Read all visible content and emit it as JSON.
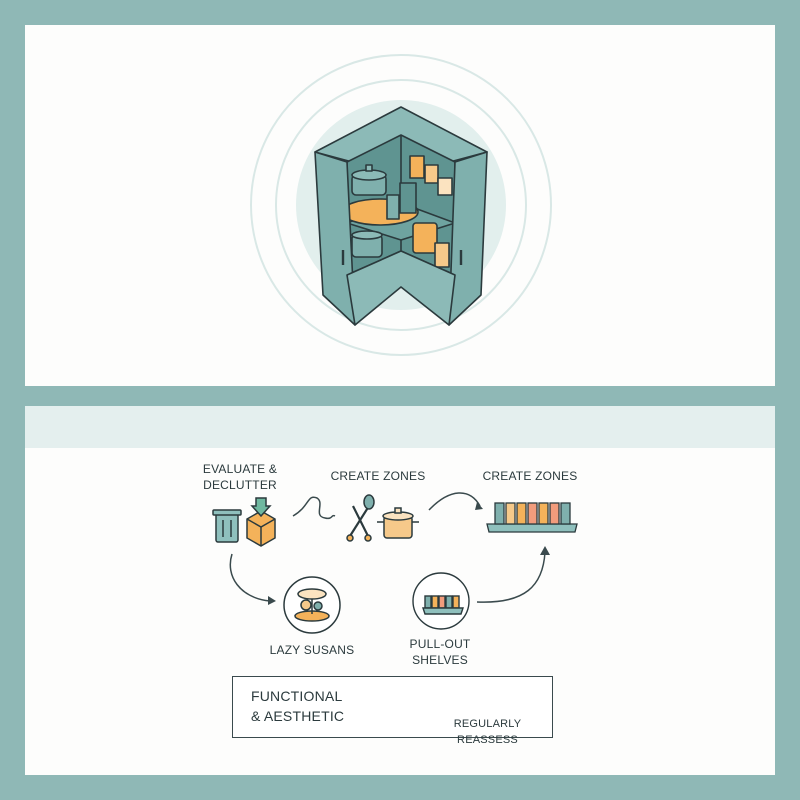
{
  "steps": {
    "evaluate": "EVALUATE &\nDECLUTTER",
    "create_zones_1": "CREATE ZONES",
    "create_zones_2": "CREATE ZONES",
    "lazy_susans": "LAZY SUSANS",
    "pull_out_shelves": "PULL-OUT\nSHELVES"
  },
  "footer": {
    "functional": "FUNCTIONAL\n& AESTHETIC",
    "reassess": "REGULARLY REASSESS"
  },
  "colors": {
    "frame": "#8fb8b6",
    "cabinet": "#7fb0ad",
    "accent_orange": "#f4b25a",
    "line": "#3a4a4d"
  },
  "icons": [
    "corner-cabinet-icon",
    "trash-can-icon",
    "box-icon",
    "tongs-icon",
    "pot-icon",
    "spice-rack-icon",
    "lazy-susan-icon",
    "pull-out-shelf-icon",
    "calendar-check-icon",
    "arrow-icon"
  ]
}
